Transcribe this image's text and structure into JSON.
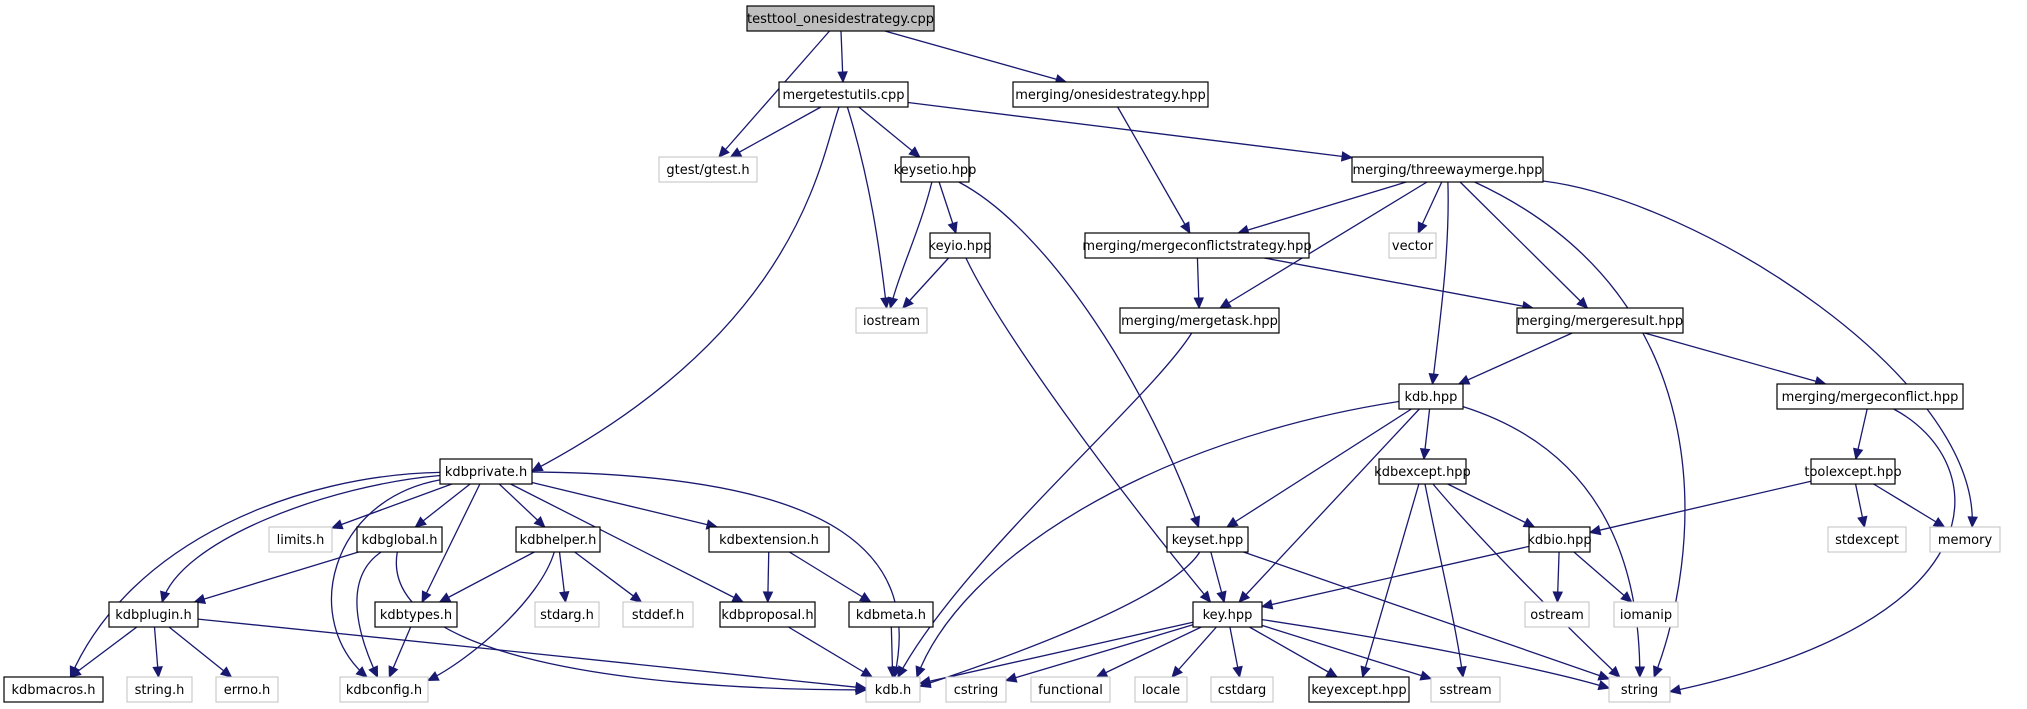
{
  "graph": {
    "node_fill": "#ffffff",
    "root_fill": "#bfbfbf",
    "external_border": "#c0c0c0",
    "edge_color": "#191970",
    "nodes": [
      {
        "id": "root",
        "label": "testtool_onesidestrategy.cpp",
        "kind": "root"
      },
      {
        "id": "mergetestutils",
        "label": "mergetestutils.cpp",
        "kind": "local"
      },
      {
        "id": "onesidestrategy",
        "label": "merging/onesidestrategy.hpp",
        "kind": "local"
      },
      {
        "id": "gtest",
        "label": "gtest/gtest.h",
        "kind": "external"
      },
      {
        "id": "keysetio",
        "label": "keysetio.hpp",
        "kind": "local"
      },
      {
        "id": "threewaymerge",
        "label": "merging/threewaymerge.hpp",
        "kind": "local"
      },
      {
        "id": "keyio",
        "label": "keyio.hpp",
        "kind": "local"
      },
      {
        "id": "mcstrategy",
        "label": "merging/mergeconflictstrategy.hpp",
        "kind": "local"
      },
      {
        "id": "vector",
        "label": "vector",
        "kind": "external"
      },
      {
        "id": "iostream",
        "label": "iostream",
        "kind": "external"
      },
      {
        "id": "mergetask",
        "label": "merging/mergetask.hpp",
        "kind": "local"
      },
      {
        "id": "mergeresult",
        "label": "merging/mergeresult.hpp",
        "kind": "local"
      },
      {
        "id": "kdbhpp",
        "label": "kdb.hpp",
        "kind": "local"
      },
      {
        "id": "mergeconflict",
        "label": "merging/mergeconflict.hpp",
        "kind": "local"
      },
      {
        "id": "kdbprivate",
        "label": "kdbprivate.h",
        "kind": "local"
      },
      {
        "id": "kdbexcept",
        "label": "kdbexcept.hpp",
        "kind": "local"
      },
      {
        "id": "toolexcept",
        "label": "toolexcept.hpp",
        "kind": "local"
      },
      {
        "id": "limits",
        "label": "limits.h",
        "kind": "external"
      },
      {
        "id": "kdbglobal",
        "label": "kdbglobal.h",
        "kind": "local"
      },
      {
        "id": "kdbhelper",
        "label": "kdbhelper.h",
        "kind": "local"
      },
      {
        "id": "kdbextension",
        "label": "kdbextension.h",
        "kind": "local"
      },
      {
        "id": "keyset",
        "label": "keyset.hpp",
        "kind": "local"
      },
      {
        "id": "kdbio",
        "label": "kdbio.hpp",
        "kind": "local"
      },
      {
        "id": "stdexcept",
        "label": "stdexcept",
        "kind": "external"
      },
      {
        "id": "memory",
        "label": "memory",
        "kind": "external"
      },
      {
        "id": "kdbplugin",
        "label": "kdbplugin.h",
        "kind": "local"
      },
      {
        "id": "kdbtypes",
        "label": "kdbtypes.h",
        "kind": "local"
      },
      {
        "id": "stdarg",
        "label": "stdarg.h",
        "kind": "external"
      },
      {
        "id": "stddef",
        "label": "stddef.h",
        "kind": "external"
      },
      {
        "id": "kdbproposal",
        "label": "kdbproposal.h",
        "kind": "local"
      },
      {
        "id": "kdbmeta",
        "label": "kdbmeta.h",
        "kind": "local"
      },
      {
        "id": "keyhpp",
        "label": "key.hpp",
        "kind": "local"
      },
      {
        "id": "ostream",
        "label": "ostream",
        "kind": "external"
      },
      {
        "id": "iomanip",
        "label": "iomanip",
        "kind": "external"
      },
      {
        "id": "kdbmacros",
        "label": "kdbmacros.h",
        "kind": "local"
      },
      {
        "id": "stringh",
        "label": "string.h",
        "kind": "external"
      },
      {
        "id": "errno",
        "label": "errno.h",
        "kind": "external"
      },
      {
        "id": "kdbconfig",
        "label": "kdbconfig.h",
        "kind": "external"
      },
      {
        "id": "kdbh",
        "label": "kdb.h",
        "kind": "external"
      },
      {
        "id": "cstring",
        "label": "cstring",
        "kind": "external"
      },
      {
        "id": "functional",
        "label": "functional",
        "kind": "external"
      },
      {
        "id": "locale",
        "label": "locale",
        "kind": "external"
      },
      {
        "id": "cstdarg",
        "label": "cstdarg",
        "kind": "external"
      },
      {
        "id": "keyexcept",
        "label": "keyexcept.hpp",
        "kind": "local"
      },
      {
        "id": "sstream",
        "label": "sstream",
        "kind": "external"
      },
      {
        "id": "string",
        "label": "string",
        "kind": "external"
      }
    ],
    "edges": [
      [
        "root",
        "gtest"
      ],
      [
        "root",
        "mergetestutils"
      ],
      [
        "root",
        "onesidestrategy"
      ],
      [
        "mergetestutils",
        "gtest"
      ],
      [
        "mergetestutils",
        "keysetio"
      ],
      [
        "mergetestutils",
        "threewaymerge"
      ],
      [
        "mergetestutils",
        "iostream"
      ],
      [
        "mergetestutils",
        "kdbprivate"
      ],
      [
        "onesidestrategy",
        "mcstrategy"
      ],
      [
        "keysetio",
        "keyio"
      ],
      [
        "keysetio",
        "iostream"
      ],
      [
        "keysetio",
        "keyset"
      ],
      [
        "keyio",
        "iostream"
      ],
      [
        "keyio",
        "keyhpp"
      ],
      [
        "threewaymerge",
        "mcstrategy"
      ],
      [
        "threewaymerge",
        "vector"
      ],
      [
        "threewaymerge",
        "mergetask"
      ],
      [
        "threewaymerge",
        "mergeresult"
      ],
      [
        "threewaymerge",
        "kdbhpp"
      ],
      [
        "threewaymerge",
        "memory"
      ],
      [
        "threewaymerge",
        "string"
      ],
      [
        "mcstrategy",
        "mergetask"
      ],
      [
        "mcstrategy",
        "mergeresult"
      ],
      [
        "mergetask",
        "kdbh"
      ],
      [
        "mergeresult",
        "kdbhpp"
      ],
      [
        "mergeresult",
        "mergeconflict"
      ],
      [
        "mergeconflict",
        "toolexcept"
      ],
      [
        "mergeconflict",
        "string"
      ],
      [
        "toolexcept",
        "stdexcept"
      ],
      [
        "toolexcept",
        "memory"
      ],
      [
        "toolexcept",
        "kdbio"
      ],
      [
        "kdbhpp",
        "kdbexcept"
      ],
      [
        "kdbhpp",
        "keyset"
      ],
      [
        "kdbhpp",
        "keyhpp"
      ],
      [
        "kdbhpp",
        "kdbh"
      ],
      [
        "kdbhpp",
        "string"
      ],
      [
        "kdbexcept",
        "kdbio"
      ],
      [
        "kdbexcept",
        "keyexcept"
      ],
      [
        "kdbexcept",
        "sstream"
      ],
      [
        "kdbexcept",
        "string"
      ],
      [
        "kdbio",
        "keyhpp"
      ],
      [
        "kdbio",
        "ostream"
      ],
      [
        "kdbio",
        "iomanip"
      ],
      [
        "keyset",
        "keyhpp"
      ],
      [
        "keyset",
        "kdbh"
      ],
      [
        "keyset",
        "string"
      ],
      [
        "keyhpp",
        "kdbh"
      ],
      [
        "keyhpp",
        "cstring"
      ],
      [
        "keyhpp",
        "functional"
      ],
      [
        "keyhpp",
        "locale"
      ],
      [
        "keyhpp",
        "cstdarg"
      ],
      [
        "keyhpp",
        "keyexcept"
      ],
      [
        "keyhpp",
        "sstream"
      ],
      [
        "keyhpp",
        "string"
      ],
      [
        "kdbprivate",
        "limits"
      ],
      [
        "kdbprivate",
        "kdbglobal"
      ],
      [
        "kdbprivate",
        "kdbhelper"
      ],
      [
        "kdbprivate",
        "kdbextension"
      ],
      [
        "kdbprivate",
        "kdbplugin"
      ],
      [
        "kdbprivate",
        "kdbtypes"
      ],
      [
        "kdbprivate",
        "kdbproposal"
      ],
      [
        "kdbprivate",
        "kdbmacros"
      ],
      [
        "kdbprivate",
        "kdbconfig"
      ],
      [
        "kdbprivate",
        "kdbh"
      ],
      [
        "kdbglobal",
        "kdbplugin"
      ],
      [
        "kdbglobal",
        "kdbconfig"
      ],
      [
        "kdbglobal",
        "kdbh"
      ],
      [
        "kdbhelper",
        "kdbtypes"
      ],
      [
        "kdbhelper",
        "stdarg"
      ],
      [
        "kdbhelper",
        "stddef"
      ],
      [
        "kdbhelper",
        "kdbconfig"
      ],
      [
        "kdbextension",
        "kdbproposal"
      ],
      [
        "kdbextension",
        "kdbmeta"
      ],
      [
        "kdbplugin",
        "kdbmacros"
      ],
      [
        "kdbplugin",
        "stringh"
      ],
      [
        "kdbplugin",
        "errno"
      ],
      [
        "kdbplugin",
        "kdbh"
      ],
      [
        "kdbtypes",
        "kdbconfig"
      ],
      [
        "kdbproposal",
        "kdbh"
      ],
      [
        "kdbmeta",
        "kdbh"
      ]
    ]
  }
}
